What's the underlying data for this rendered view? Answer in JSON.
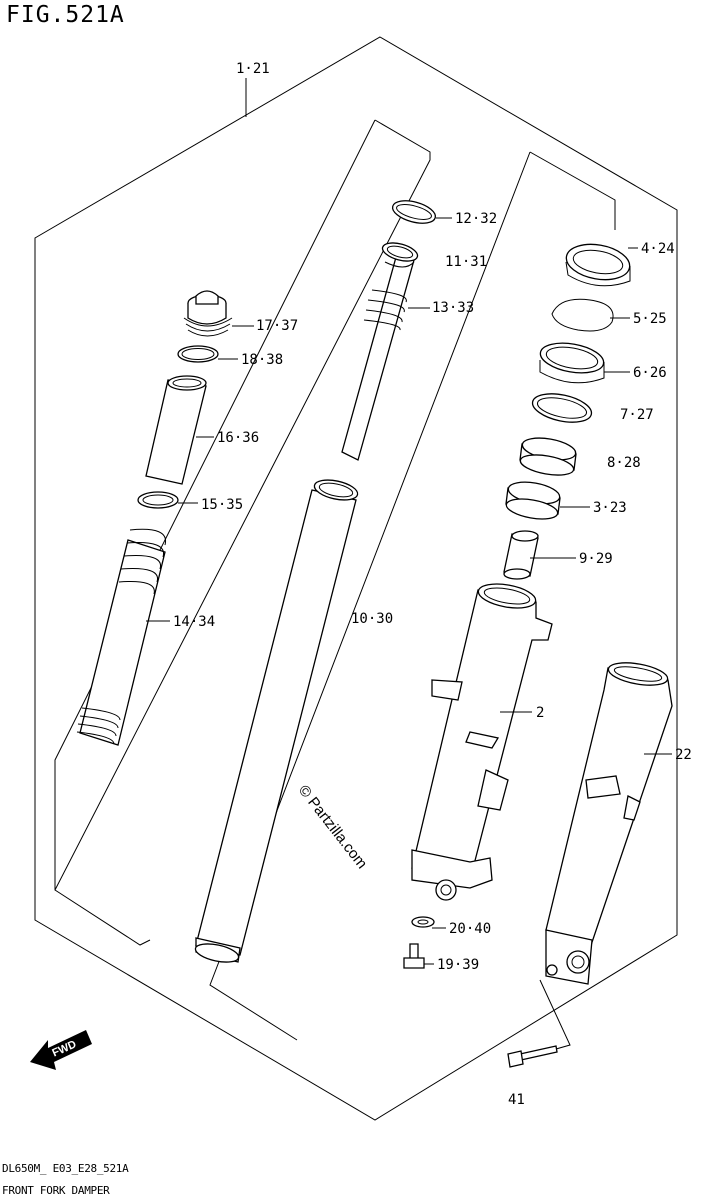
{
  "figure": {
    "title": "FIG.521A",
    "footer_code": "DL650M_ E03_E28_521A",
    "footer_name": "FRONT FORK DAMPER",
    "watermark": "© Partzilla.com",
    "fwd_label": "FWD"
  },
  "callouts": [
    {
      "id": "c-1-21",
      "text": "1·21"
    },
    {
      "id": "c-12-32",
      "text": "12·32"
    },
    {
      "id": "c-11-31",
      "text": "11·31"
    },
    {
      "id": "c-13-33",
      "text": "13·33"
    },
    {
      "id": "c-17-37",
      "text": "17·37"
    },
    {
      "id": "c-18-38",
      "text": "18·38"
    },
    {
      "id": "c-16-36",
      "text": "16·36"
    },
    {
      "id": "c-15-35",
      "text": "15·35"
    },
    {
      "id": "c-14-34",
      "text": "14·34"
    },
    {
      "id": "c-10-30",
      "text": "10·30"
    },
    {
      "id": "c-4-24",
      "text": "4·24"
    },
    {
      "id": "c-5-25",
      "text": "5·25"
    },
    {
      "id": "c-6-26",
      "text": "6·26"
    },
    {
      "id": "c-7-27",
      "text": "7·27"
    },
    {
      "id": "c-8-28",
      "text": "8·28"
    },
    {
      "id": "c-3-23",
      "text": "3·23"
    },
    {
      "id": "c-9-29",
      "text": "9·29"
    },
    {
      "id": "c-2",
      "text": "2"
    },
    {
      "id": "c-22",
      "text": "22"
    },
    {
      "id": "c-20-40",
      "text": "20·40"
    },
    {
      "id": "c-19-39",
      "text": "19·39"
    },
    {
      "id": "c-41",
      "text": "41"
    }
  ]
}
